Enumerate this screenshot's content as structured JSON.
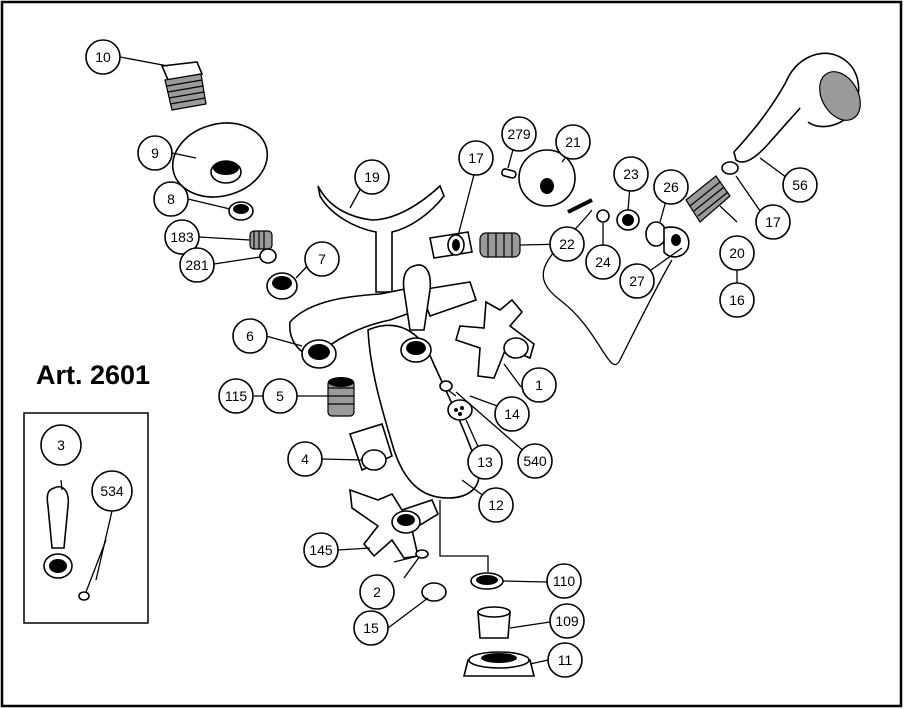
{
  "title": "Art. 2601",
  "part_numbers": {
    "p1": "1",
    "p2": "2",
    "p3": "3",
    "p4": "4",
    "p5": "5",
    "p6": "6",
    "p7": "7",
    "p8": "8",
    "p9": "9",
    "p10": "10",
    "p11": "11",
    "p12": "12",
    "p13": "13",
    "p14": "14",
    "p15": "15",
    "p16": "16",
    "p17a": "17",
    "p17b": "17",
    "p19": "19",
    "p20": "20",
    "p21": "21",
    "p22": "22",
    "p23": "23",
    "p24": "24",
    "p26": "26",
    "p27": "27",
    "p56": "56",
    "p109": "109",
    "p110": "110",
    "p115": "115",
    "p145": "145",
    "p183": "183",
    "p279": "279",
    "p281": "281",
    "p534": "534",
    "p540": "540"
  }
}
